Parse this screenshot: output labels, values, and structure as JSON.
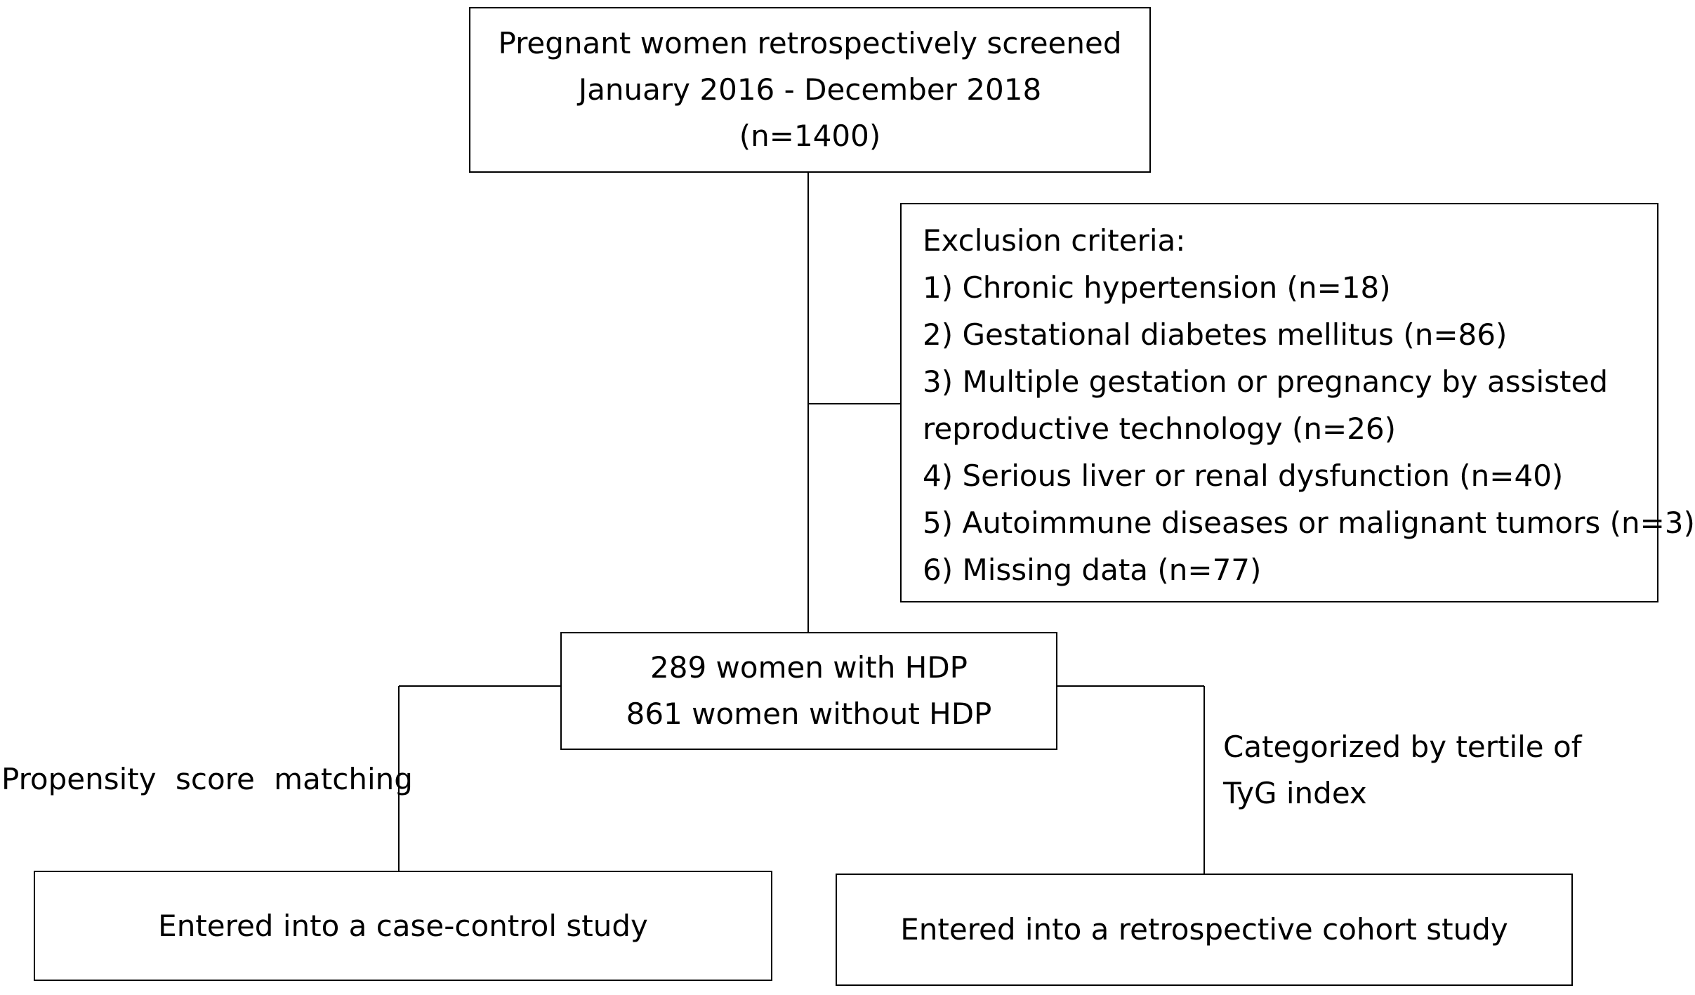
{
  "screened": {
    "line1": "Pregnant women retrospectively screened",
    "line2": "January 2016 - December 2018",
    "line3": "(n=1400)"
  },
  "exclusion": {
    "title": "Exclusion criteria:",
    "items": [
      "1) Chronic hypertension (n=18)",
      "2) Gestational diabetes mellitus (n=86)",
      "3) Multiple gestation or pregnancy by assisted",
      "reproductive technology (n=26)",
      "4) Serious liver or renal dysfunction (n=40)",
      "5) Autoimmune diseases or malignant tumors (n=3)",
      "6) Missing data (n=77)"
    ]
  },
  "groups": {
    "line1": "289 women with HDP",
    "line2": "861 women without HDP"
  },
  "branch_labels": {
    "left": "Propensity score matching",
    "right_line1": "Categorized by tertile of",
    "right_line2": "TyG index"
  },
  "outcomes": {
    "case_control": "Entered into a case-control study",
    "cohort": "Entered into a retrospective cohort study"
  }
}
